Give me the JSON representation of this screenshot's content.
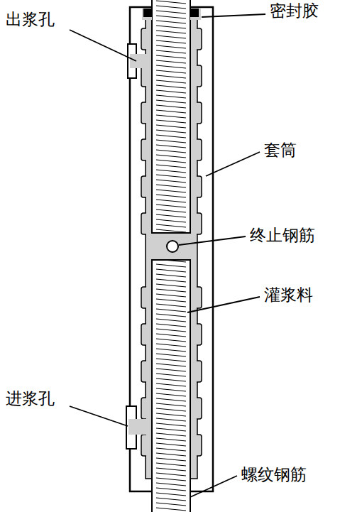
{
  "diagram": {
    "labels": [
      "出浆孔",
      "密封胶",
      "套筒",
      "终止钢筋",
      "灌浆料",
      "进浆孔",
      "螺纹钢筋"
    ]
  }
}
